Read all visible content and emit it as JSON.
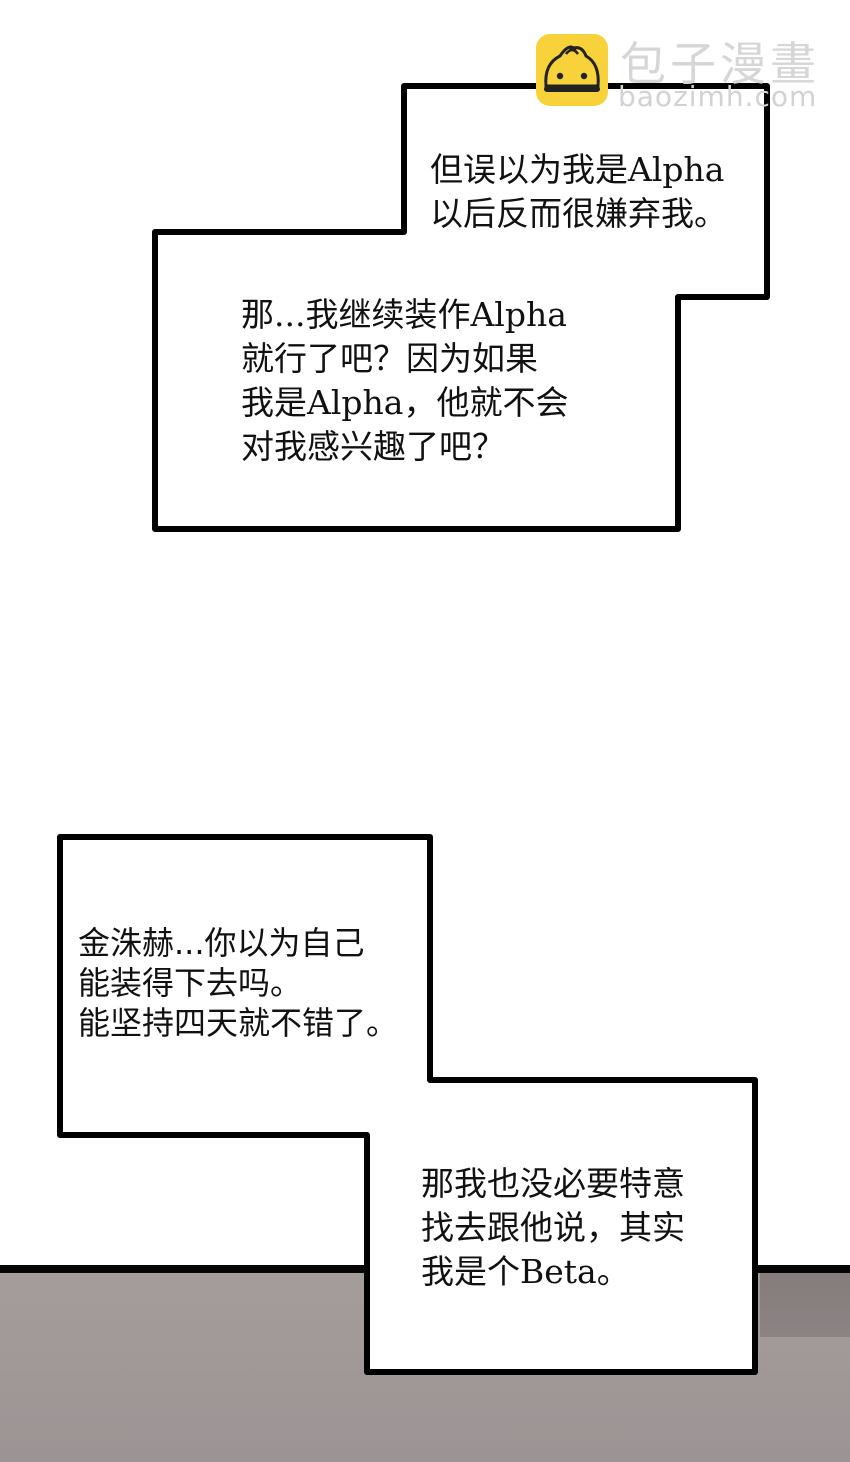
{
  "watermark": {
    "logo_icon": "steamed-bun-icon",
    "title": "包子漫畫",
    "url": "baozimh.com",
    "accent_color": "#f7d23a"
  },
  "bubbles": [
    {
      "id": "bubble-1",
      "lines": [
        "但误以为我是Alpha",
        "以后反而很嫌弃我。"
      ]
    },
    {
      "id": "bubble-2",
      "lines": [
        "那...我继续装作Alpha",
        "就行了吧？因为如果",
        "我是Alpha，他就不会",
        "对我感兴趣了吧？"
      ]
    },
    {
      "id": "bubble-3",
      "lines": [
        "金洙赫...你以为自己",
        "能装得下去吗。",
        "能坚持四天就不错了。"
      ]
    },
    {
      "id": "bubble-4",
      "lines": [
        "那我也没必要特意",
        "找去跟他说，其实",
        "我是个Beta。"
      ]
    }
  ],
  "colors": {
    "background": "#ffffff",
    "border": "#000000",
    "floor": "#a39b99"
  }
}
